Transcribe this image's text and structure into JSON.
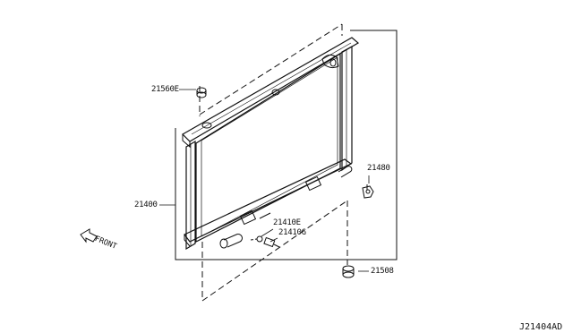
{
  "diagram": {
    "parts": [
      {
        "id": "21560E",
        "label": "21560E"
      },
      {
        "id": "21400",
        "label": "21400"
      },
      {
        "id": "21480",
        "label": "21480"
      },
      {
        "id": "21410E",
        "label": "21410E"
      },
      {
        "id": "21410G",
        "label": "21410G"
      },
      {
        "id": "21508",
        "label": "21508"
      }
    ],
    "front_label": "FRONT",
    "diagram_code": "J21404AD"
  }
}
